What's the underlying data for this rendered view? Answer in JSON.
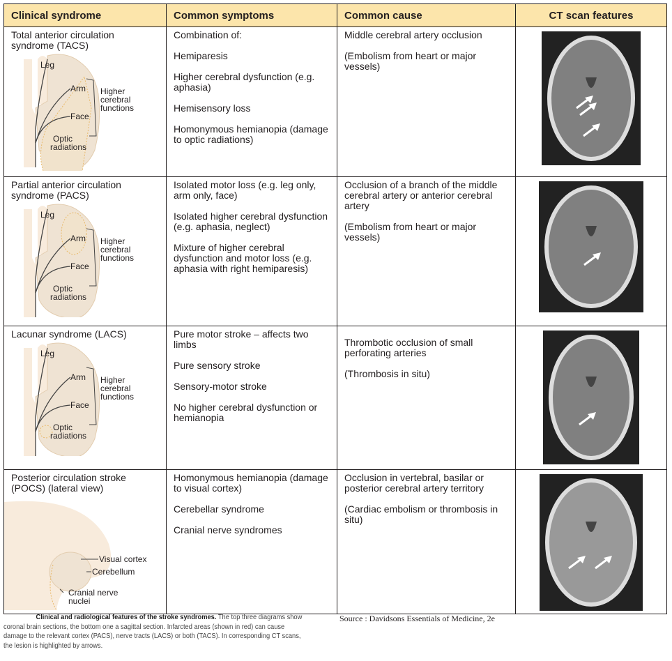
{
  "headers": [
    "Clinical syndrome",
    "Common symptoms",
    "Common cause",
    "CT scan features"
  ],
  "rows": [
    {
      "syndrome": "Total anterior circulation syndrome (TACS)",
      "diagram_labels": [
        "Leg",
        "Arm",
        "Face",
        "Optic",
        "radiations",
        "Higher",
        "cerebral",
        "functions"
      ],
      "symptoms": [
        "Combination of:",
        "Hemiparesis",
        "Higher cerebral dysfunction (e.g. aphasia)",
        "Hemisensory loss",
        "Homonymous hemianopia (damage to optic radiations)"
      ],
      "causes": [
        "Middle cerebral artery occlusion",
        "(Embolism from heart or major vessels)"
      ]
    },
    {
      "syndrome": "Partial anterior circulation syndrome (PACS)",
      "diagram_labels": [
        "Leg",
        "Arm",
        "Face",
        "Optic",
        "radiations",
        "Higher",
        "cerebral",
        "functions"
      ],
      "symptoms": [
        "Isolated motor loss (e.g. leg only, arm only, face)",
        "Isolated higher cerebral dysfunction (e.g. aphasia, neglect)",
        "Mixture of higher cerebral dysfunction and motor loss (e.g. aphasia with right hemiparesis)"
      ],
      "causes": [
        "Occlusion of a branch of the middle cerebral artery or anterior cerebral artery",
        "(Embolism from heart or major vessels)"
      ]
    },
    {
      "syndrome": "Lacunar syndrome (LACS)",
      "diagram_labels": [
        "Leg",
        "Arm",
        "Face",
        "Optic",
        "radiations",
        "Higher",
        "cerebral",
        "functions"
      ],
      "symptoms": [
        "Pure motor stroke – affects two limbs",
        "Pure sensory stroke",
        "Sensory-motor stroke",
        "No higher cerebral dysfunction or hemianopia"
      ],
      "causes": [
        "Thrombotic occlusion of small perforating arteries",
        "(Thrombosis in situ)"
      ]
    },
    {
      "syndrome": "Posterior circulation stroke (POCS) (lateral view)",
      "diagram_labels": [
        "Visual cortex",
        "Cerebellum",
        "Cranial nerve",
        "nuclei"
      ],
      "symptoms": [
        "Homonymous hemianopia (damage to visual cortex)",
        "Cerebellar syndrome",
        "Cranial nerve syndromes"
      ],
      "causes": [
        "Occlusion in vertebral, basilar or posterior cerebral artery territory",
        "(Cardiac embolism or thrombosis in situ)"
      ]
    }
  ],
  "caption": {
    "bold": "Clinical and radiological features of the stroke syndromes.",
    "text": " The top three diagrams show coronal brain sections, the bottom one a sagittal section. Infarcted areas (shown in red) can cause damage to the relevant cortex (PACS), nerve tracts (LACS) or both (TACS). In corresponding CT scans, the lesion is highlighted by arrows."
  },
  "source": "Source : Davidsons Essentials of Medicine, 2e"
}
